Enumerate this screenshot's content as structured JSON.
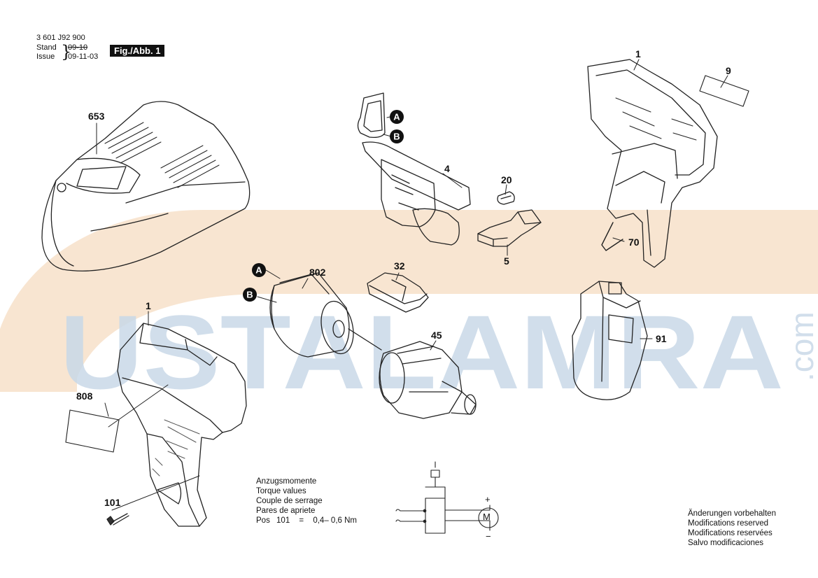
{
  "header": {
    "doc_number": "3 601 J92 900",
    "stand_label": "Stand",
    "issue_label": "Issue",
    "stand_old_date": "09-10",
    "issue_date": "09-11-03",
    "figure_label": "Fig./Abb. 1"
  },
  "watermark": {
    "main_text": "USTALAMRA",
    "suffix_text": ".com",
    "text_color": "#c9d9e8",
    "arc_color": "#f6dcc2"
  },
  "part_labels": [
    "653",
    "4",
    "20",
    "5",
    "1",
    "9",
    "70",
    "802",
    "32",
    "45",
    "91",
    "1",
    "808",
    "101"
  ],
  "connector_markers": [
    "A",
    "B",
    "A",
    "B"
  ],
  "torque": {
    "lines": [
      "Anzugsmomente",
      "Torque values",
      "Couple de serrage",
      "Pares de apriete"
    ],
    "pos_label": "Pos",
    "pos_value": "101",
    "equals": "=",
    "range": "0,4– 0,6 Nm"
  },
  "circuit": {
    "motor_symbol": "M",
    "plus": "+",
    "minus": "−"
  },
  "changes": {
    "lines": [
      "Änderungen vorbehalten",
      "Modifications reserved",
      "Modifications reservées",
      "Salvo modificaciones"
    ]
  }
}
